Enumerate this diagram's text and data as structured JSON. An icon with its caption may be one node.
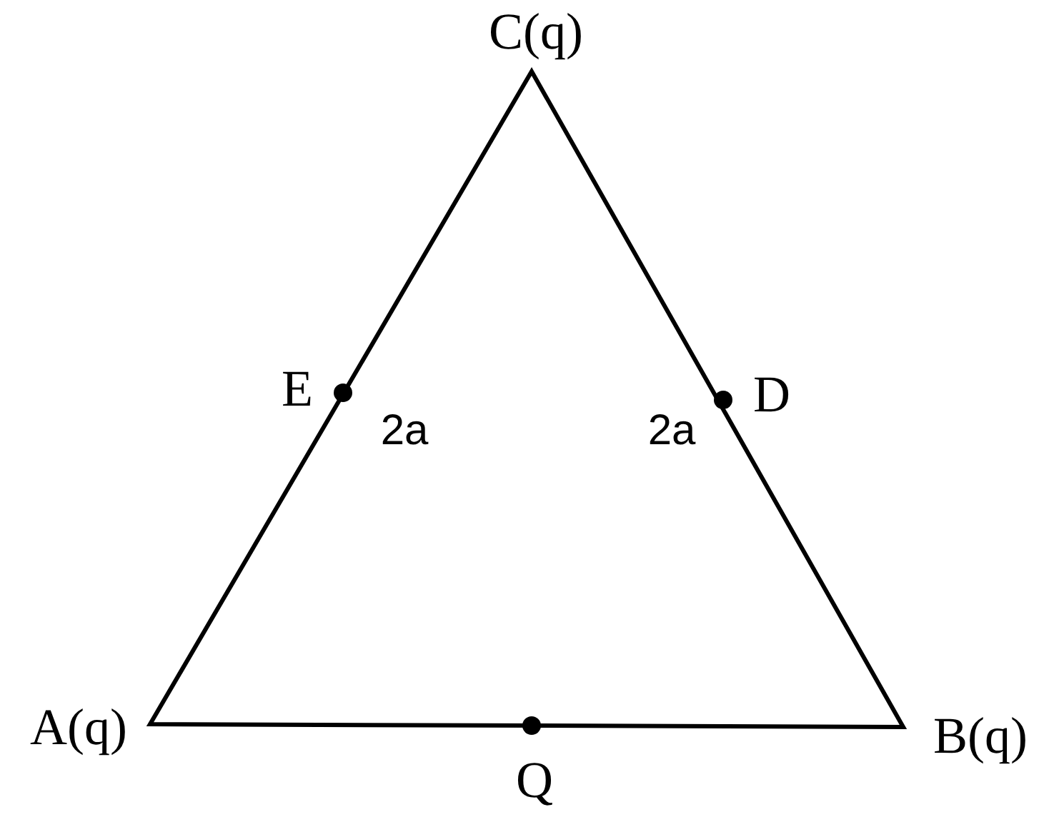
{
  "diagram": {
    "labels": [
      "C(q)",
      "E",
      "2a",
      "D",
      "2a",
      "A(q)",
      "Q",
      "B(q)"
    ]
  }
}
